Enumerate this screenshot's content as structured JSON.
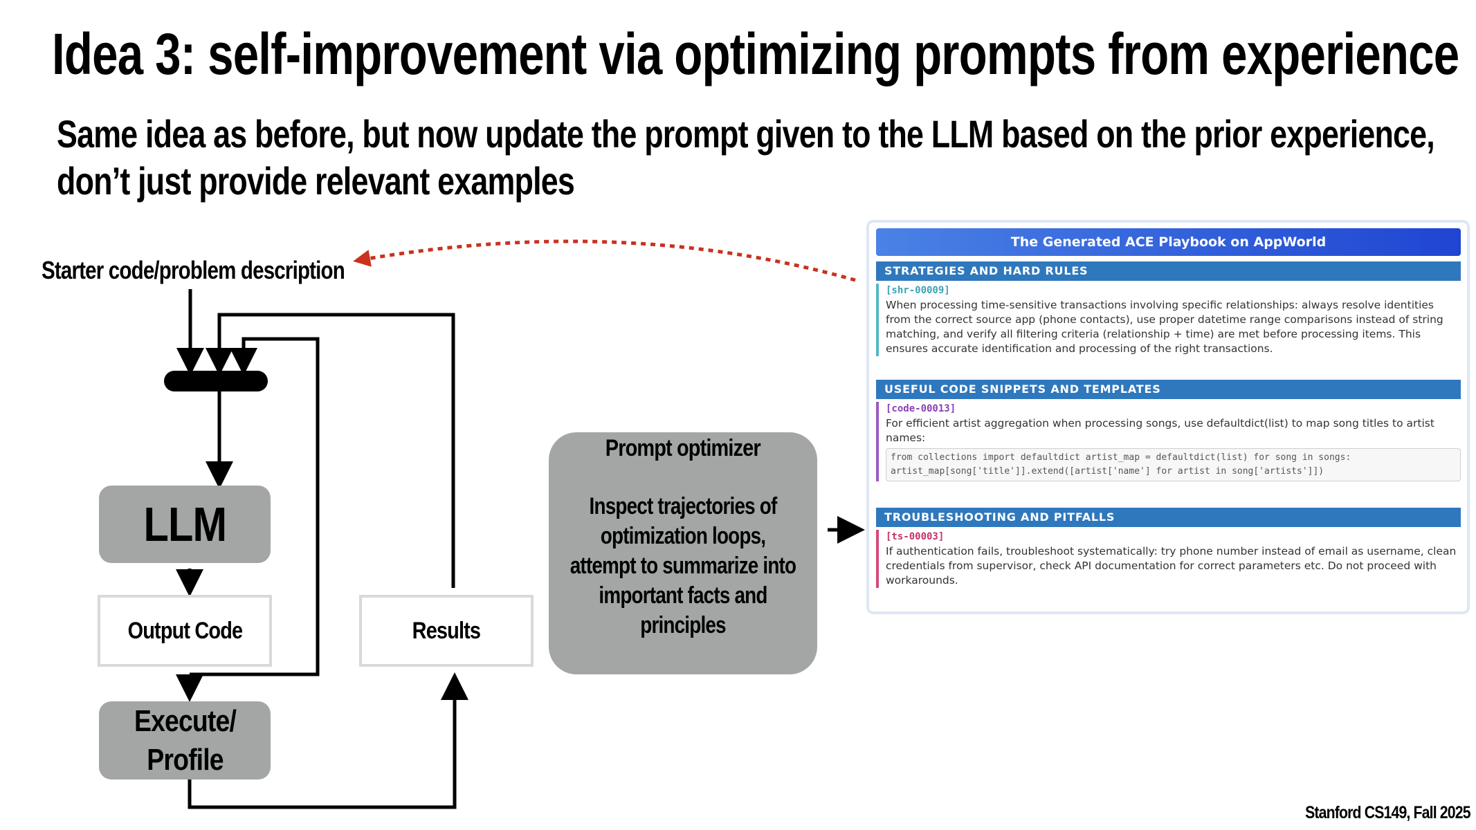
{
  "title": "Idea 3: self-improvement via optimizing prompts from experience",
  "subtitle": {
    "line1": "Same idea as before, but now update the prompt given to the LLM based on the prior experience,",
    "line2": "don’t just provide relevant examples"
  },
  "diagram": {
    "starter_label": "Starter code/problem description",
    "llm_label": "LLM",
    "output_label": "Output Code",
    "results_label": "Results",
    "execute_line1": "Execute/",
    "execute_line2": "Profile",
    "optimizer_title": "Prompt optimizer",
    "optimizer_lines": [
      "Inspect trajectories of",
      "optimization loops,",
      "attempt to summarize into",
      "important facts and principles"
    ],
    "feedback_arrow_color": "#c8321e"
  },
  "playbook": {
    "header": "The Generated ACE Playbook on AppWorld",
    "sections": [
      {
        "title": "STRATEGIES AND HARD RULES",
        "id": "[shr-00009]",
        "id_color": "#3aa3b4",
        "bar_color": "#56b7c7",
        "text": "When processing time-sensitive transactions involving specific relationships: always resolve identities from the correct source app (phone contacts), use proper datetime range comparisons instead of string matching, and verify all filtering criteria (relationship + time) are met before processing items. This ensures accurate identification and processing of the right transactions."
      },
      {
        "title": "USEFUL CODE SNIPPETS AND TEMPLATES",
        "id": "[code-00013]",
        "id_color": "#8a3fb5",
        "bar_color": "#9b59c2",
        "text": "For efficient artist aggregation when processing songs, use defaultdict(list) to map song titles to artist names:",
        "code": "from collections import defaultdict artist_map = defaultdict(list) for song in songs: artist_map[song['title']].extend([artist['name'] for artist in song['artists']])"
      },
      {
        "title": "TROUBLESHOOTING AND PITFALLS",
        "id": "[ts-00003]",
        "id_color": "#c2336a",
        "bar_color": "#d2487c",
        "text": "If authentication fails, troubleshoot systematically: try phone number instead of email as username, clean credentials from supervisor, check API documentation for correct parameters etc. Do not proceed with workarounds."
      }
    ]
  },
  "footer": "Stanford CS149, Fall 2025"
}
